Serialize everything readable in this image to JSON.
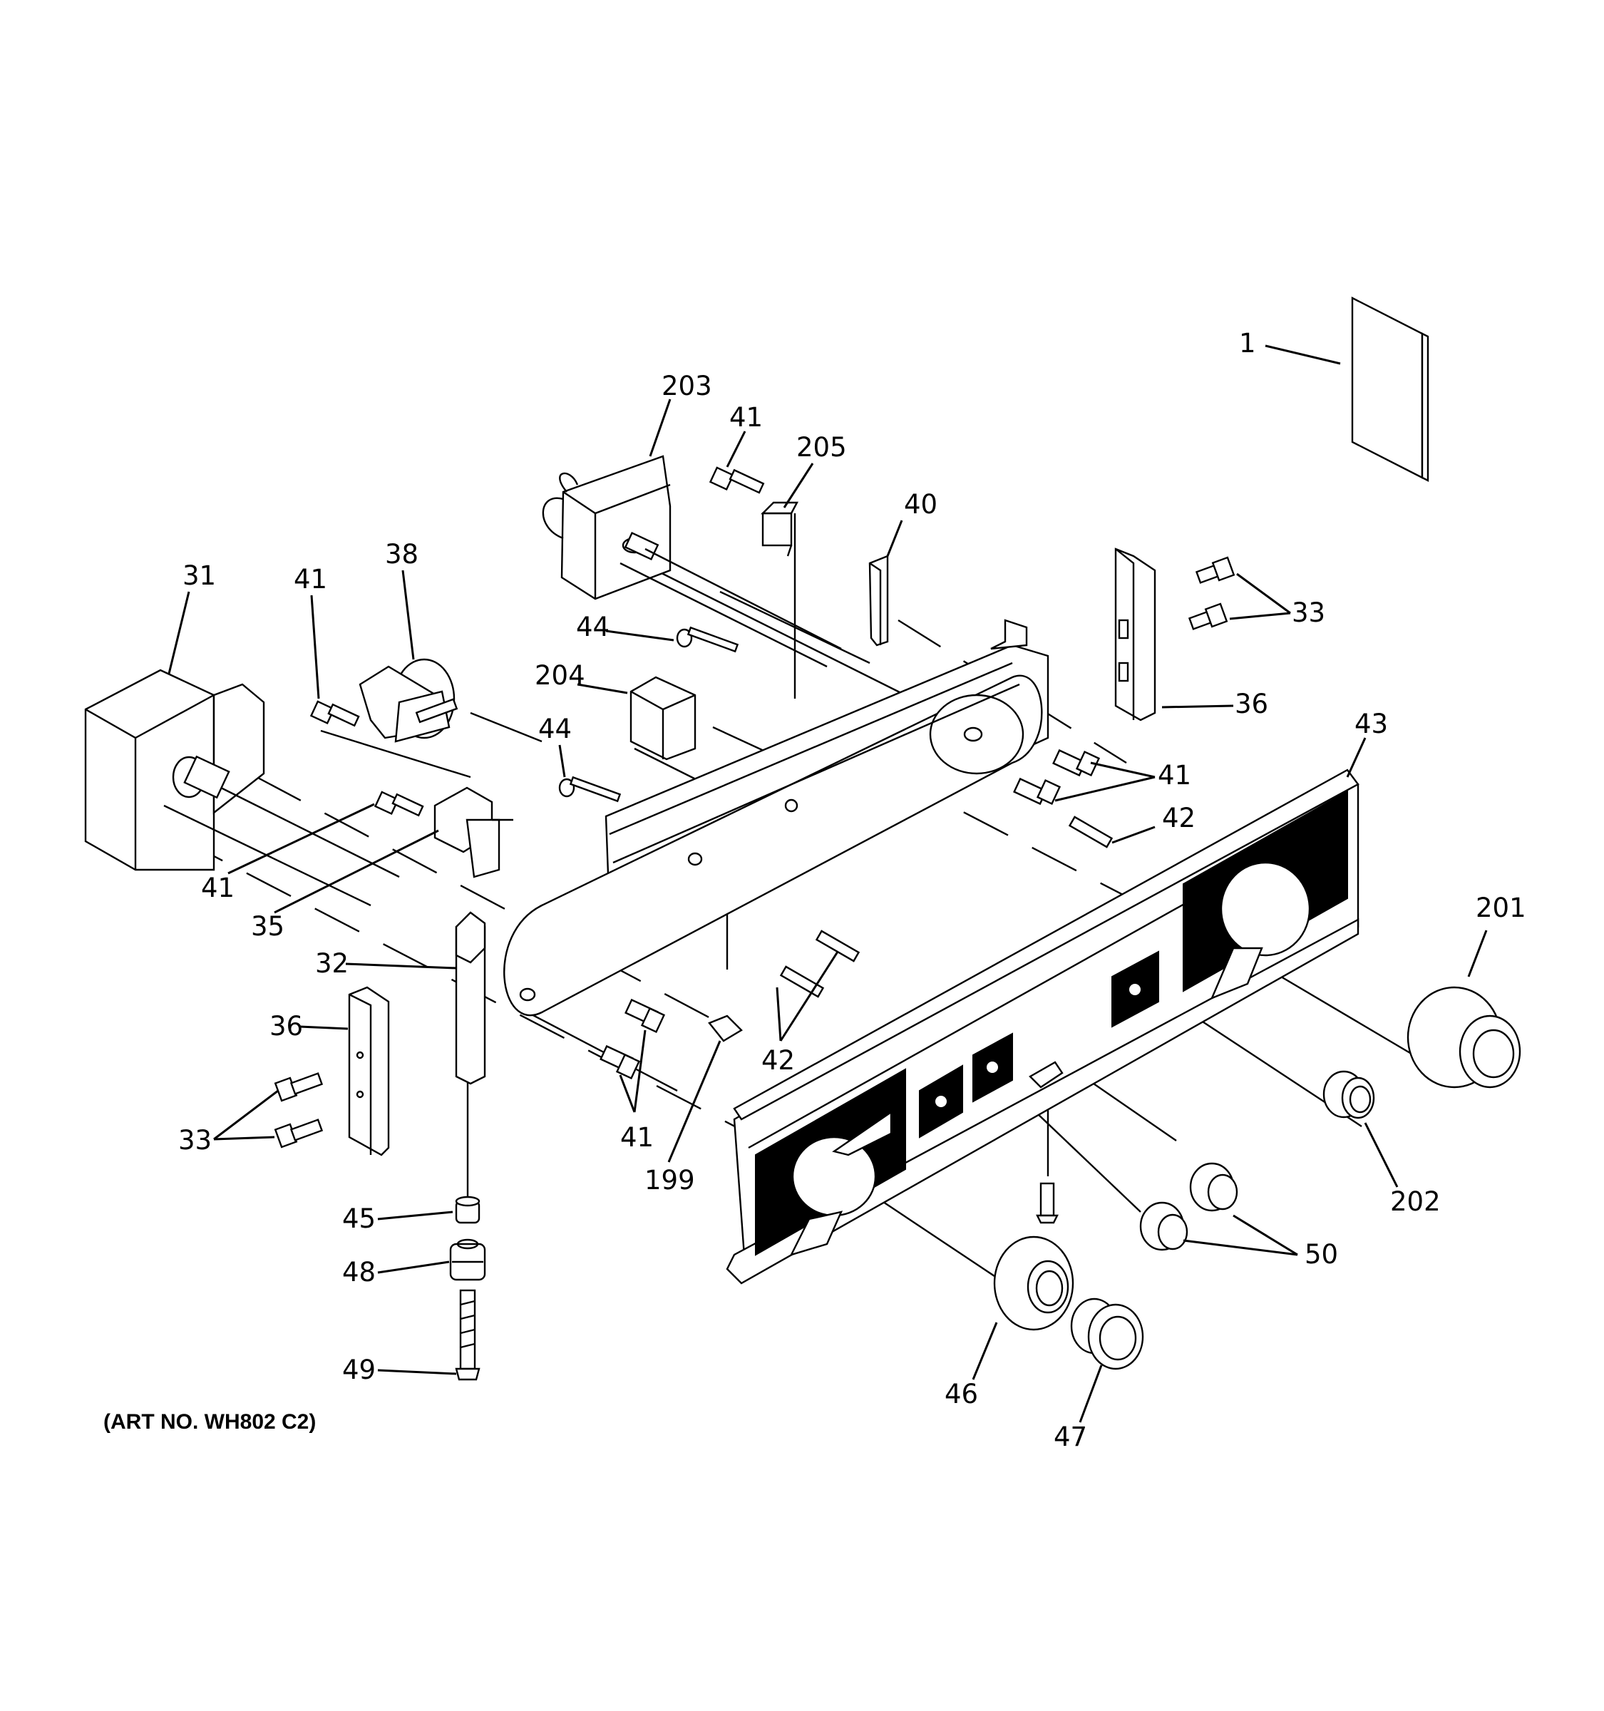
{
  "callouts": {
    "c1": "1",
    "c203": "203",
    "c41_top": "41",
    "c205": "205",
    "c40": "40",
    "c31": "31",
    "c41_left": "41",
    "c38": "38",
    "c33_right": "33",
    "c44_upper": "44",
    "c204": "204",
    "c36_right": "36",
    "c44_lower": "44",
    "c43": "43",
    "c41_right": "41",
    "c42_right": "42",
    "c41_mid": "41",
    "c35": "35",
    "c201": "201",
    "c32": "32",
    "c36_left": "36",
    "c42_lower": "42",
    "c33_left": "33",
    "c41_bottom": "41",
    "c199": "199",
    "c202": "202",
    "c45": "45",
    "c50": "50",
    "c48": "48",
    "c46": "46",
    "c49": "49",
    "c47": "47"
  },
  "art_number": "(ART NO. WH802 C2)"
}
